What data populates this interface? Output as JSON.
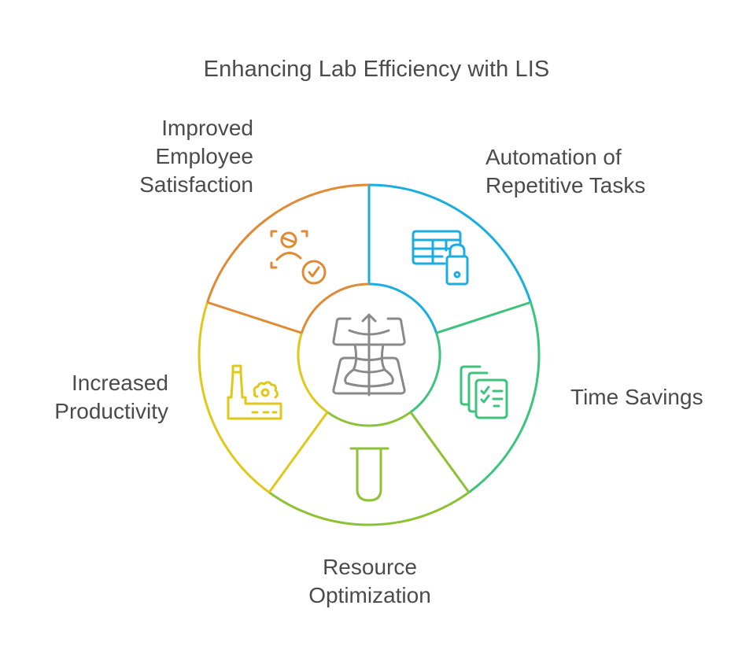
{
  "title": "Enhancing Lab Efficiency with LIS",
  "center": {
    "icon": "lab-information-system-icon",
    "color": "#8a8a8a"
  },
  "segments": [
    {
      "id": "automation",
      "lines": [
        "Automation of",
        "Repetitive Tasks"
      ],
      "icon": "table-lock-icon",
      "color": "#1aaee0"
    },
    {
      "id": "time",
      "lines": [
        "Time Savings"
      ],
      "icon": "checklist-documents-icon",
      "color": "#3cc47c"
    },
    {
      "id": "resource",
      "lines": [
        "Resource",
        "Optimization"
      ],
      "icon": "test-tube-icon",
      "color": "#8cc234"
    },
    {
      "id": "productivity",
      "lines": [
        "Increased",
        "Productivity"
      ],
      "icon": "factory-gear-icon",
      "color": "#e0c81a"
    },
    {
      "id": "satisfaction",
      "lines": [
        "Improved",
        "Employee",
        "Satisfaction"
      ],
      "icon": "employee-check-icon",
      "color": "#e08a34"
    }
  ]
}
